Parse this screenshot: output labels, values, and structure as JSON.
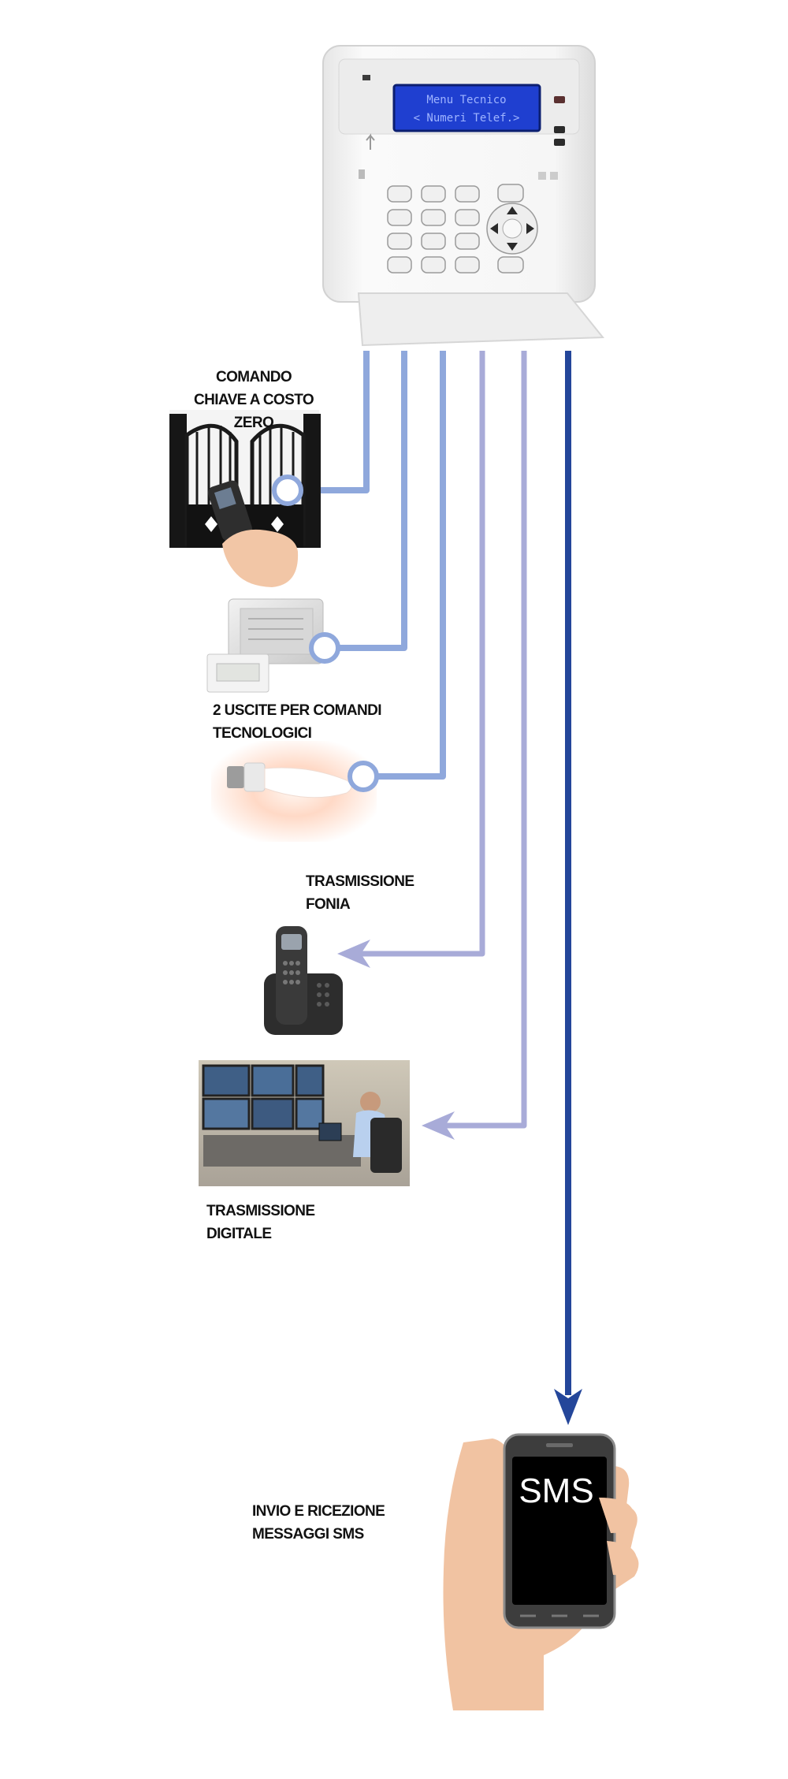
{
  "keypad": {
    "display_line1": "Menu Tecnico",
    "display_line2": "< Numeri Telef.>"
  },
  "labels": {
    "gate": "COMANDO\nCHIAVE A COSTO\nZERO",
    "outputs": "2 USCITE PER COMANDI\nTECNOLOGICI",
    "voice": "TRASMISSIONE\nFONIA",
    "digital": "TRASMISSIONE\nDIGITALE",
    "sms": "INVIO  E RICEZIONE\nMESSAGGI SMS"
  },
  "phone": {
    "screen_text": "SMS"
  },
  "colors": {
    "light_line": "#8fa8dc",
    "lavender_line": "#a8abd8",
    "dark_line": "#24469a",
    "lcd": "#1f3fd0",
    "lcd_text": "#9fb4ff"
  }
}
